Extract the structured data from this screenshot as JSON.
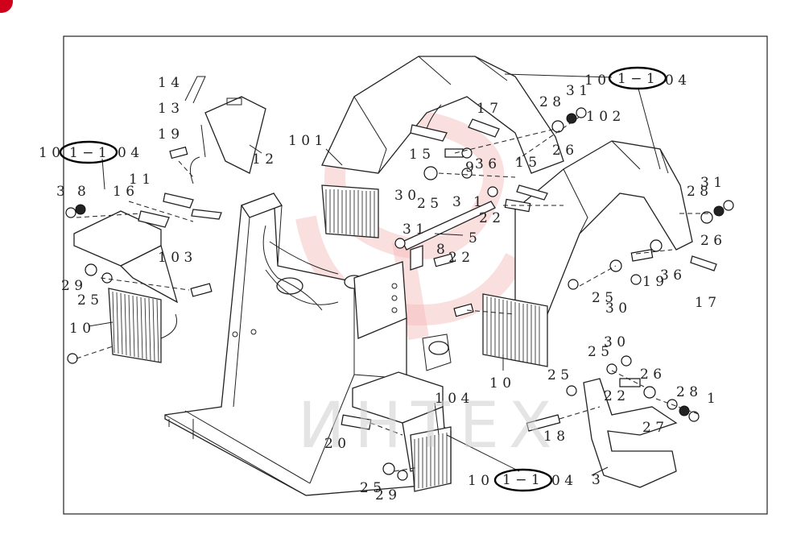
{
  "diagram": {
    "watermark_text": "ИНТЕХ",
    "labels": {
      "p14": "1 4",
      "p13": "1 3",
      "p12": "1 2",
      "p19": "1 9",
      "p101": "1 0 1",
      "p17a": "1 7",
      "p15a": "1 5",
      "p9a": "9",
      "p36a": "3 6",
      "p15b": "1 5",
      "p1_1004_top": "1 0",
      "p1_1004_top_tail": "0 4",
      "p31a": "3 1",
      "p28a": "2 8",
      "p102": "1 0 2",
      "p26a": "2 6",
      "p1004_left": "1 0",
      "p1004_left_tail": "0 4",
      "p32": "3",
      "p8a": "8",
      "p16": "1 6",
      "p11": "1 1",
      "p30a": "3 0",
      "p25a": "2 5",
      "p3": "3",
      "p1": "1",
      "p22a": "2 2",
      "p31b": "3 1",
      "p5": "5",
      "p28b": "8",
      "p22b": "2 2",
      "p103": "1 0 3",
      "p29a": "2 9",
      "p25b": "2 5",
      "p10a": "1 0",
      "p31c": "3 1",
      "p28c": "2 8",
      "p26b": "2 6",
      "p36b": "3 6",
      "p19b": "1 9",
      "p17b": "1 7",
      "p25c": "2 5",
      "p30b": "3 0",
      "p10b": "1 0",
      "p30c": "3 0",
      "p25d": "2 5",
      "p25e": "2 5",
      "p26c": "2 6",
      "p22c": "2 2",
      "p28d": "2 8",
      "p31d": "1",
      "p27": "2 7",
      "p104": "1 0 4",
      "p20": "2 0",
      "p18": "1 8",
      "p3b": "3",
      "p25f": "2 5",
      "p29b": "2 9",
      "p1004_bottom": "1 0",
      "p1004_bottom_tail": "0 4"
    },
    "callout_text": "1 − 1",
    "colors": {
      "line": "#222222",
      "watermark_logo": "#f3b9b9",
      "badge": "#d0021b"
    }
  }
}
